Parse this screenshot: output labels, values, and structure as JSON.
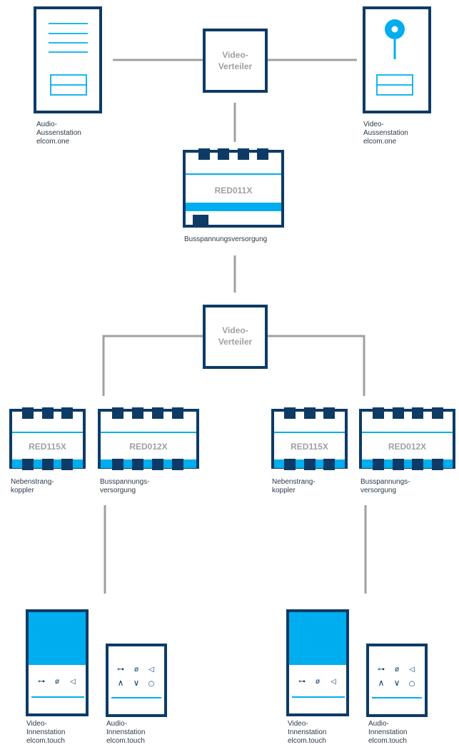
{
  "colors": {
    "navy": "#0d3b66",
    "cyan": "#00aeef",
    "line": "#a0a0a0",
    "box_text": "#a0a0a0",
    "label_text": "#2b3a4a"
  },
  "top": {
    "audio_station": {
      "line1": "Audio-",
      "line2": "Aussenstation",
      "line3": "elcom.one"
    },
    "video_station": {
      "line1": "Video-",
      "line2": "Aussenstation",
      "line3": "elcom.one"
    },
    "distributor": {
      "line1": "Video-",
      "line2": "Verteiler"
    },
    "power_supply": {
      "model": "RED011X",
      "label": "Busspannungsversorgung"
    }
  },
  "middle": {
    "distributor": {
      "line1": "Video-",
      "line2": "Verteiler"
    }
  },
  "branches": [
    {
      "coupler": {
        "model": "RED115X",
        "line1": "Nebenstrang-",
        "line2": "koppler"
      },
      "supply": {
        "model": "RED012X",
        "line1": "Busspannungs-",
        "line2": "versorgung"
      },
      "video_indoor": {
        "line1": "Video-",
        "line2": "Innenstation",
        "line3": "elcom.touch",
        "icons": [
          "⊶",
          "ø",
          "◁"
        ]
      },
      "audio_indoor": {
        "line1": "Audio-",
        "line2": "Innenstation",
        "line3": "elcom.touch",
        "icons_top": [
          "⊶",
          "ø",
          "◁"
        ],
        "icons_bottom": [
          "∧",
          "∨",
          "○"
        ]
      }
    },
    {
      "coupler": {
        "model": "RED115X",
        "line1": "Nebenstrang-",
        "line2": "koppler"
      },
      "supply": {
        "model": "RED012X",
        "line1": "Busspannungs-",
        "line2": "versorgung"
      },
      "video_indoor": {
        "line1": "Video-",
        "line2": "Innenstation",
        "line3": "elcom.touch",
        "icons": [
          "⊶",
          "ø",
          "◁"
        ]
      },
      "audio_indoor": {
        "line1": "Audio-",
        "line2": "Innenstation",
        "line3": "elcom.touch",
        "icons_top": [
          "⊶",
          "ø",
          "◁"
        ],
        "icons_bottom": [
          "∧",
          "∨",
          "○"
        ]
      }
    }
  ]
}
